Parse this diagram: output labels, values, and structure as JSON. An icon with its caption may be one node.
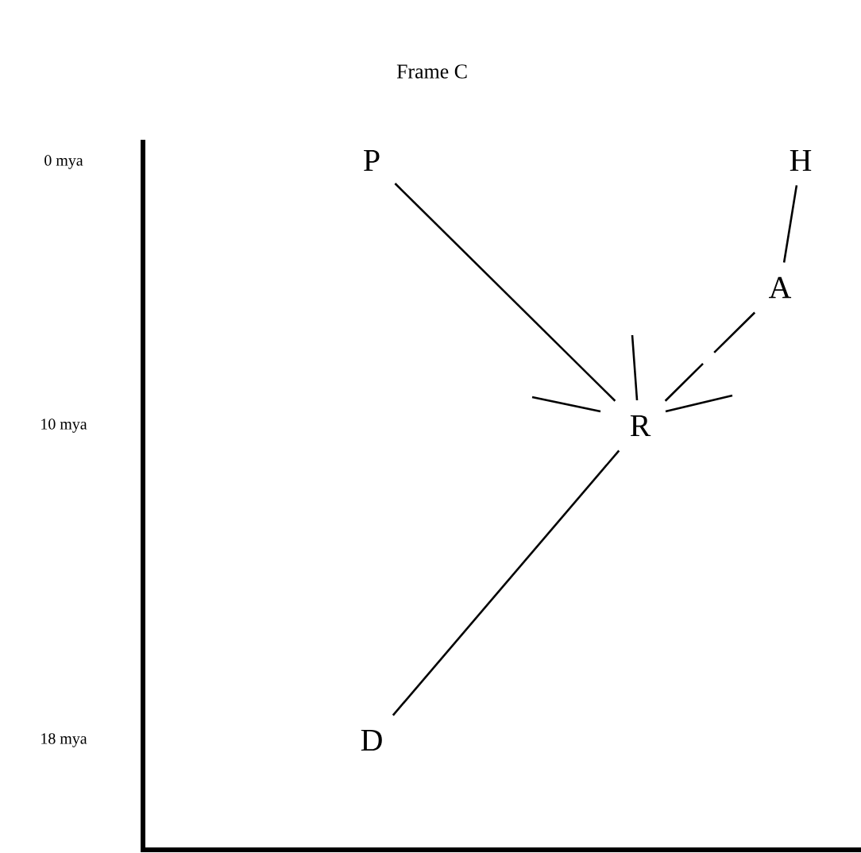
{
  "diagram": {
    "title": "Frame C",
    "nodes": [
      {
        "text": [
          "P"
        ]
      },
      {
        "text": [
          "H"
        ]
      },
      {
        "text": [
          "A"
        ]
      },
      {
        "text": [
          "R"
        ]
      },
      {
        "text": [
          "D"
        ]
      }
    ],
    "edges": [
      {
        "from": 0,
        "to": 3,
        "arrow": "none"
      },
      {
        "from": 1,
        "to": 2,
        "arrow": "none"
      },
      {
        "from": 2,
        "to": 3,
        "arrow": "none",
        "style": "dashed"
      },
      {
        "from": 4,
        "to": 3,
        "arrow": "none"
      }
    ],
    "labels": [
      "0 mya",
      "10 mya",
      "18 mya"
    ]
  }
}
